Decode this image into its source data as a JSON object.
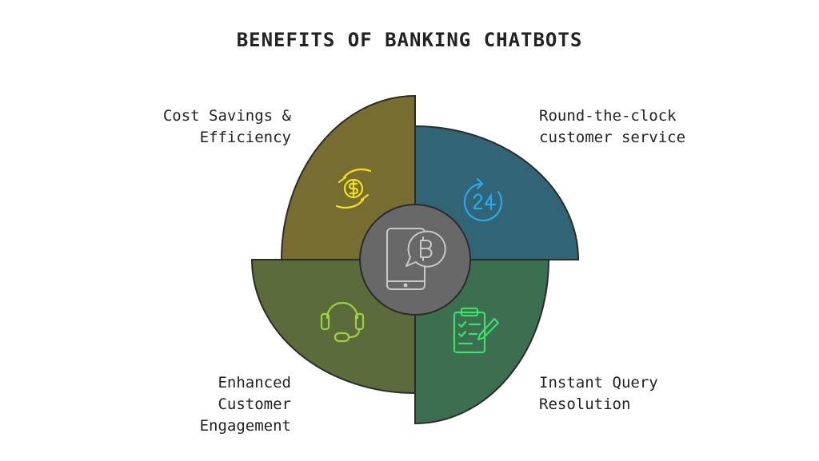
{
  "title": "BENEFITS OF BANKING CHATBOTS",
  "center": {
    "icon": "mobile-bitcoin-chat-icon"
  },
  "segments": [
    {
      "id": "cost",
      "lines": [
        "Cost Savings &",
        "Efficiency"
      ],
      "icon": "hand-dollar-icon",
      "color": "#786d30",
      "icon_color": "#f2e21b"
    },
    {
      "id": "service",
      "lines": [
        "Round-the-clock",
        "customer service"
      ],
      "icon": "clock-24-icon",
      "color": "#316474",
      "icon_color": "#29a8ef"
    },
    {
      "id": "query",
      "lines": [
        "Instant Query",
        "Resolution"
      ],
      "icon": "clipboard-pencil-icon",
      "color": "#3c6e50",
      "icon_color": "#3ee06c"
    },
    {
      "id": "engagement",
      "lines": [
        "Enhanced",
        "Customer",
        "Engagement"
      ],
      "icon": "headset-icon",
      "color": "#5b6b3c",
      "icon_color": "#9ad43a"
    }
  ],
  "colors": {
    "outline": "#2b2b2b",
    "center_fill": "#686868",
    "center_icon": "#c8c8c8"
  }
}
